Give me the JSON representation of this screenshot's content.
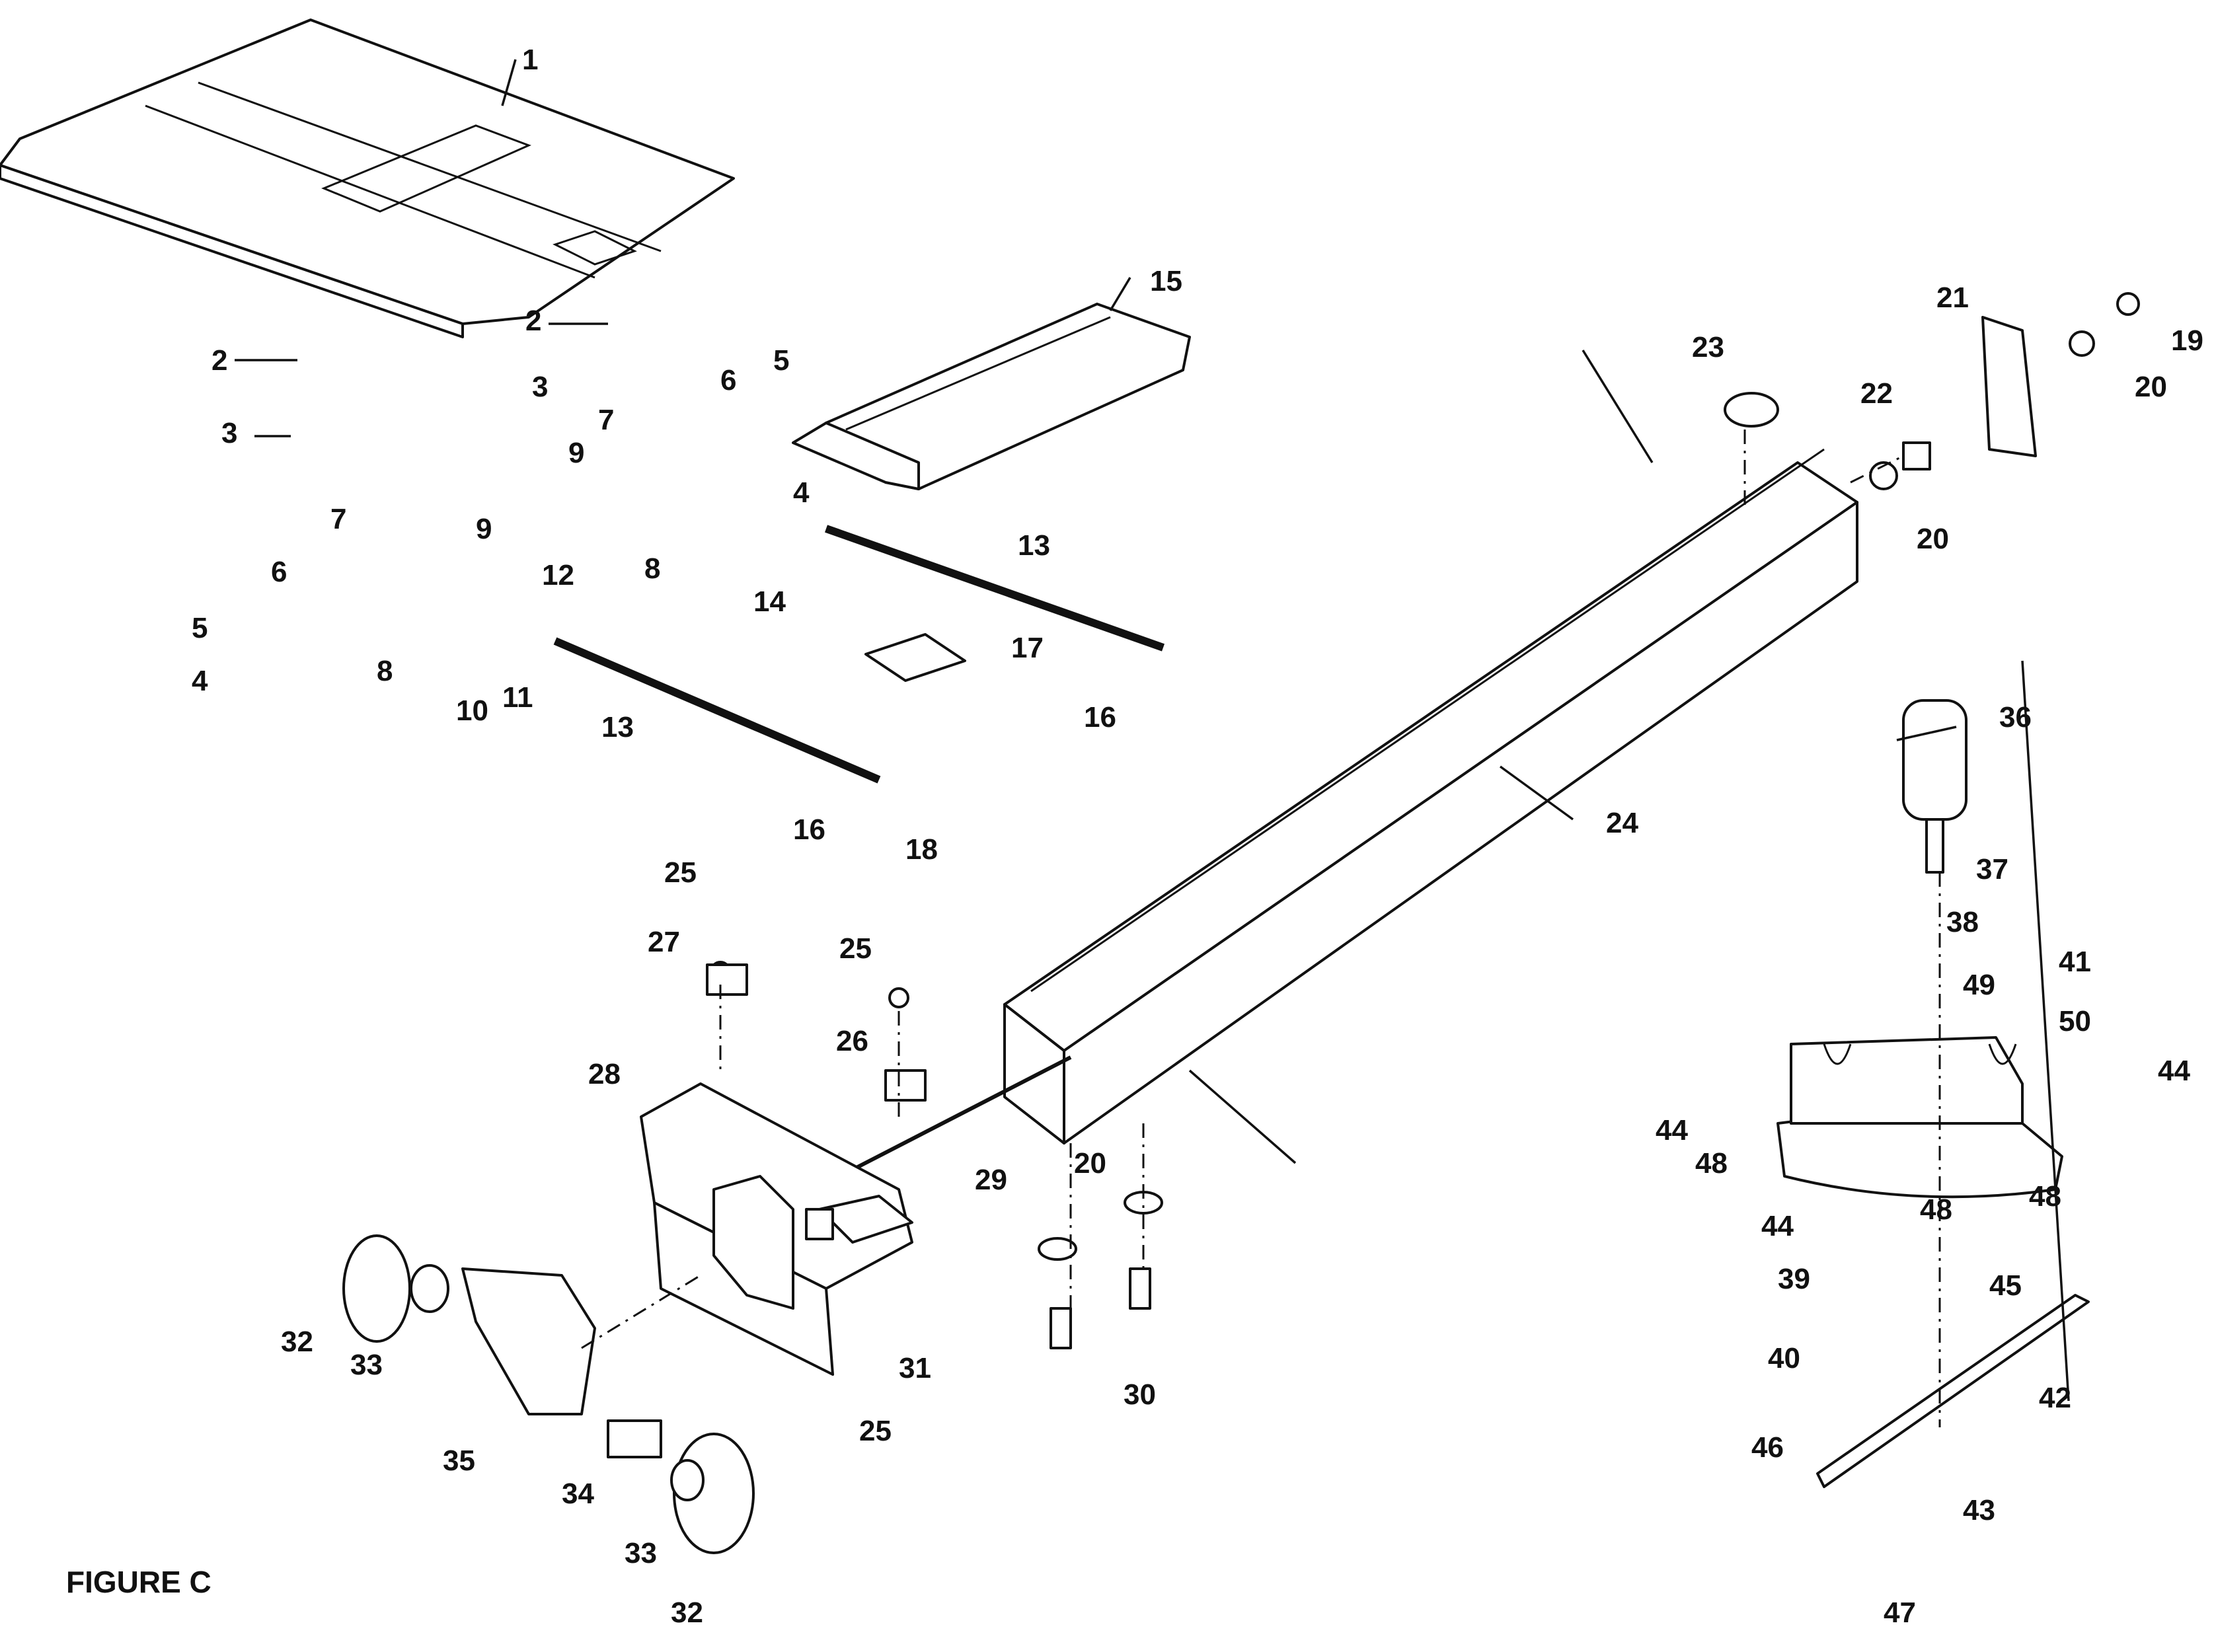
{
  "figure": {
    "title": "FIGURE C"
  },
  "callouts": {
    "c1": "1",
    "c2a": "2",
    "c2b": "2",
    "c3a": "3",
    "c3b": "3",
    "c4a": "4",
    "c4b": "4",
    "c5a": "5",
    "c5b": "5",
    "c6a": "6",
    "c6b": "6",
    "c7a": "7",
    "c7b": "7",
    "c8a": "8",
    "c8b": "8",
    "c9a": "9",
    "c9b": "9",
    "c10": "10",
    "c11": "11",
    "c12": "12",
    "c13a": "13",
    "c13b": "13",
    "c14": "14",
    "c15": "15",
    "c16a": "16",
    "c16b": "16",
    "c17": "17",
    "c18": "18",
    "c19": "19",
    "c20a": "20",
    "c20b": "20",
    "c20c": "20",
    "c21": "21",
    "c22": "22",
    "c23": "23",
    "c24": "24",
    "c25a": "25",
    "c25b": "25",
    "c25c": "25",
    "c26": "26",
    "c27": "27",
    "c28": "28",
    "c29": "29",
    "c30": "30",
    "c31": "31",
    "c32a": "32",
    "c32b": "32",
    "c33a": "33",
    "c33b": "33",
    "c34": "34",
    "c35": "35",
    "c36": "36",
    "c37": "37",
    "c38": "38",
    "c39": "39",
    "c40": "40",
    "c41": "41",
    "c42": "42",
    "c43": "43",
    "c44a": "44",
    "c44b": "44",
    "c44c": "44",
    "c45": "45",
    "c46": "46",
    "c47": "47",
    "c48a": "48",
    "c48b": "48",
    "c48c": "48",
    "c49": "49",
    "c50": "50"
  }
}
